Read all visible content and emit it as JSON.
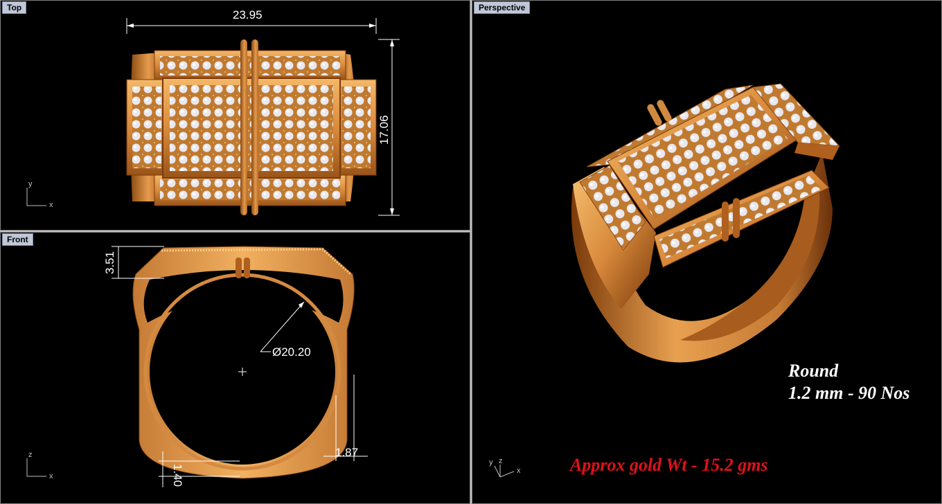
{
  "viewports": {
    "top": {
      "label": "Top"
    },
    "front": {
      "label": "Front"
    },
    "perspective": {
      "label": "Perspective"
    }
  },
  "dimensions": {
    "width": "23.95",
    "height": "17.06",
    "thickness": "3.51",
    "diameter": "Ø20.20",
    "shank_side": "1.87",
    "shank_bottom": "1.40"
  },
  "axes": {
    "x": "x",
    "y": "y",
    "z": "z"
  },
  "notes": {
    "stone_type": "Round",
    "stone_spec": "1.2 mm - 90 Nos",
    "gold_weight": "Approx gold Wt - 15.2 gms"
  },
  "colors": {
    "gold_light": "#f2b060",
    "gold": "#d98a3c",
    "gold_dark": "#8a4a12",
    "stone": "#e8e8ee",
    "note_red": "#e0101a",
    "note_white": "#ffffff"
  }
}
